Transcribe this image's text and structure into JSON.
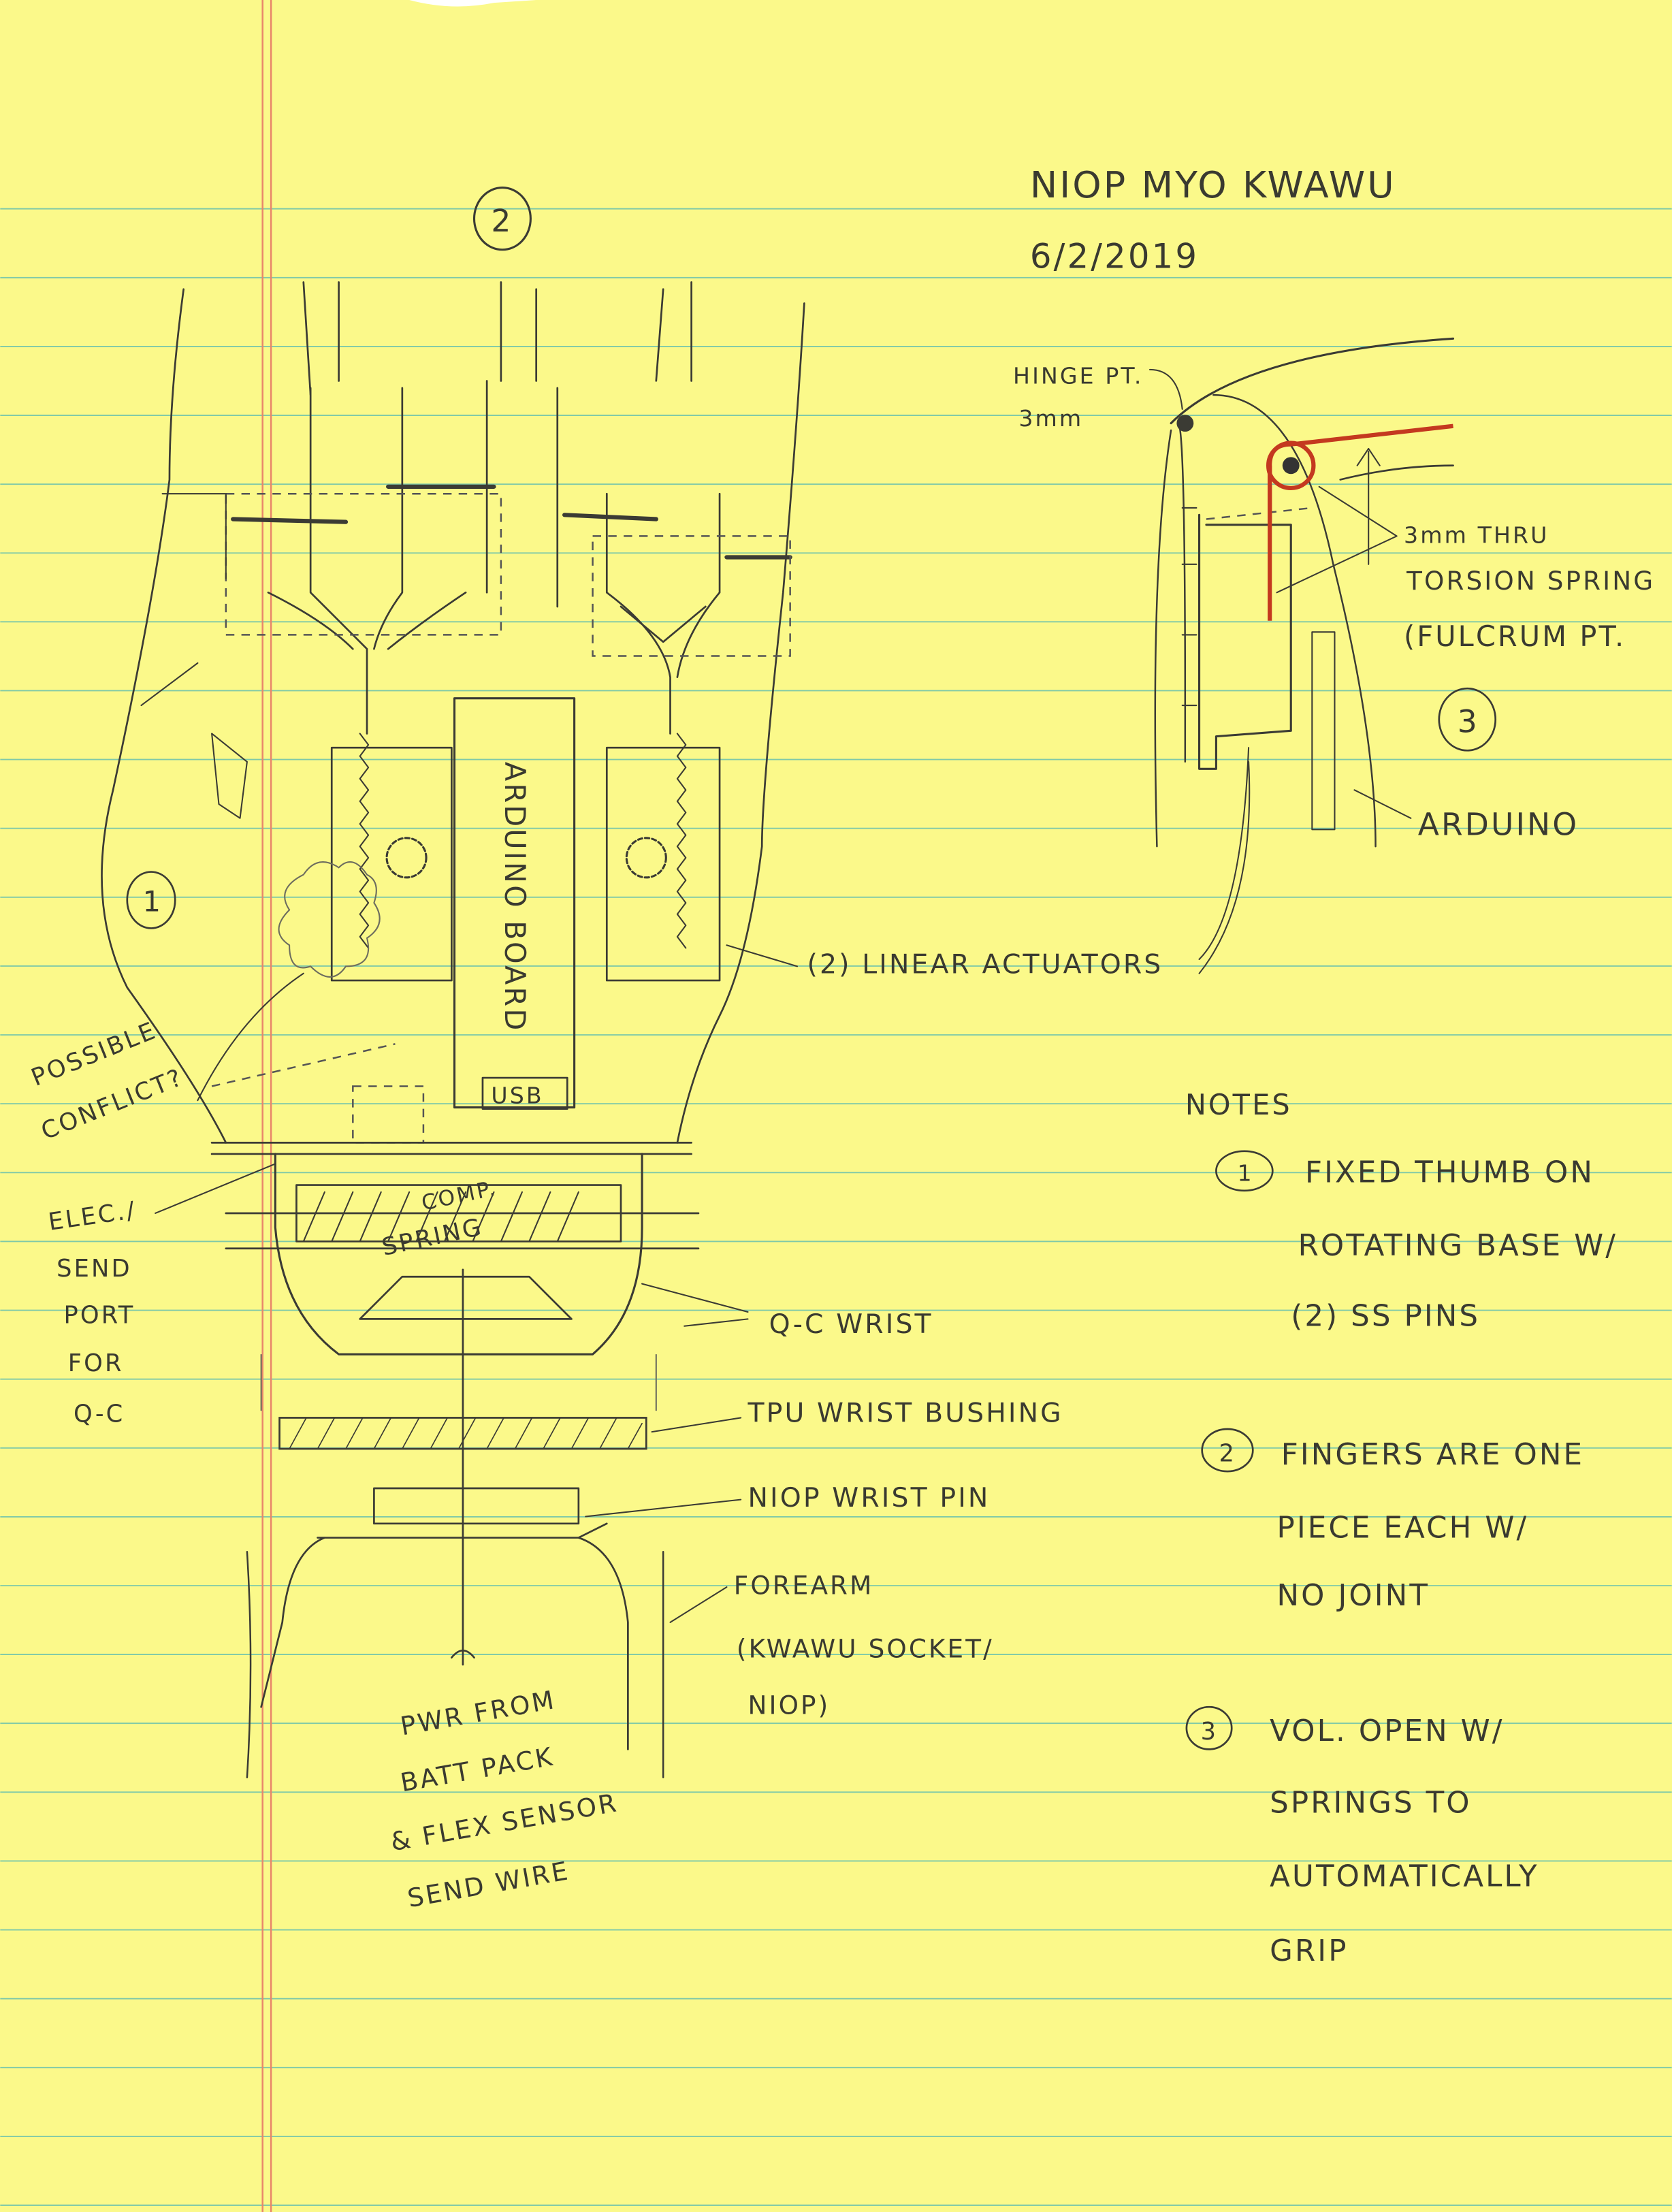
{
  "header": {
    "title": "NIOP MYO KWAWU",
    "date": "6/2/2019"
  },
  "callouts": {
    "two": "2",
    "one": "1",
    "three": "3"
  },
  "side_view": {
    "hinge_label": "HINGE PT.",
    "hinge_size": "3mm",
    "spring_line1": "3mm THRU",
    "spring_line2": "TORSION SPRING",
    "spring_line3": "(FULCRUM PT.",
    "arduino_label": "ARDUINO"
  },
  "main_view": {
    "arduino_board": "ARDUINO BOARD",
    "usb": "USB",
    "actuators": "(2) LINEAR ACTUATORS",
    "conflict_line1": "POSSIBLE",
    "conflict_line2": "CONFLICT?",
    "elec_lines": [
      "ELEC./",
      "SEND",
      "PORT",
      "FOR",
      "Q-C"
    ],
    "comp_line1": "COMP.",
    "comp_line2": "SPRING",
    "qc_wrist": "Q-C WRIST",
    "tpu_bushing": "TPU WRIST BUSHING",
    "wrist_pin": "NIOP WRIST PIN",
    "forearm_lines": [
      "FOREARM",
      "(KWAWU SOCKET/",
      "NIOP)"
    ],
    "pwr_lines": [
      "PWR FROM",
      "BATT PACK",
      "& FLEX SENSOR",
      "SEND WIRE"
    ]
  },
  "notes": {
    "heading": "NOTES",
    "items": [
      {
        "num": "1",
        "lines": [
          "FIXED THUMB ON",
          "ROTATING BASE W/",
          "(2) SS PINS"
        ]
      },
      {
        "num": "2",
        "lines": [
          "FINGERS ARE ONE",
          "PIECE EACH W/",
          "NO JOINT"
        ]
      },
      {
        "num": "3",
        "lines": [
          "VOL. OPEN W/",
          "SPRINGS TO",
          "AUTOMATICALLY",
          "GRIP"
        ]
      }
    ]
  },
  "colors": {
    "paper": "#fbf98a",
    "rule": "#7fc9a8",
    "margin": "#e8866a",
    "pencil": "#3b3b34",
    "spring": "#c4391f"
  }
}
